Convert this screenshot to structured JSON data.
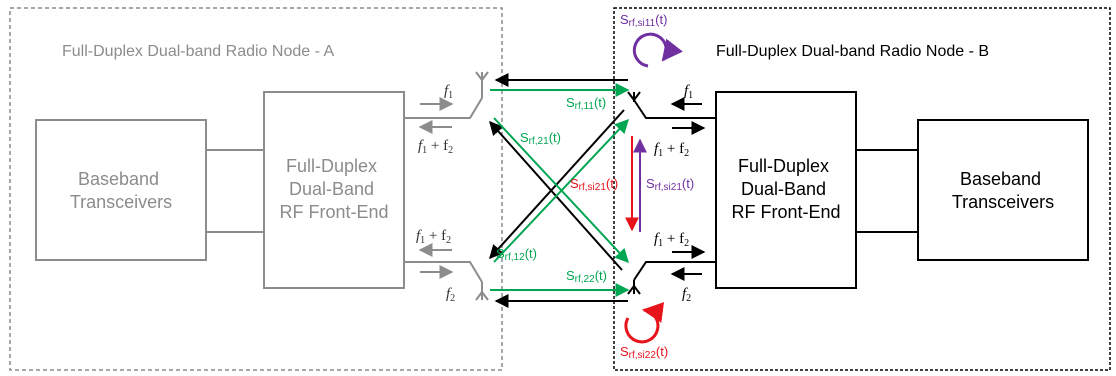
{
  "colors": {
    "gray": "#8c8c8c",
    "black": "#000000",
    "green": "#00a651",
    "red": "#e8141c",
    "purple": "#7030a0"
  },
  "nodeA": {
    "title": "Full-Duplex Dual-band Radio Node - A",
    "baseband": [
      "Baseband",
      "Transceivers"
    ],
    "frontend": [
      "Full-Duplex",
      "Dual-Band",
      "RF Front-End"
    ],
    "f1": "f",
    "f1_sub": "1",
    "f1f2_top": [
      "f",
      "1",
      " + f",
      "2"
    ],
    "f1f2_bot": [
      "f",
      "1",
      " + f",
      "2"
    ],
    "f2": "f",
    "f2_sub": "2"
  },
  "nodeB": {
    "title": "Full-Duplex Dual-band Radio Node - B",
    "baseband": [
      "Baseband",
      "Transceivers"
    ],
    "frontend": [
      "Full-Duplex",
      "Dual-Band",
      "RF Front-End"
    ],
    "f1": "f",
    "f1_sub": "1",
    "f1f2_top": [
      "f",
      "1",
      " + f",
      "2"
    ],
    "f1f2_bot": [
      "f",
      "1",
      " + f",
      "2"
    ],
    "f2": "f",
    "f2_sub": "2"
  },
  "signals": {
    "s11": {
      "base": "S",
      "sub": "rf,11",
      "tail": "(t)"
    },
    "s21": {
      "base": "S",
      "sub": "rf,21",
      "tail": "(t)"
    },
    "s12": {
      "base": "S",
      "sub": "rf,12",
      "tail": "(t)"
    },
    "s22": {
      "base": "S",
      "sub": "rf,22",
      "tail": "(t)"
    },
    "si11": {
      "base": "S",
      "sub": "rf,si11",
      "tail": "(t)"
    },
    "si21_red": {
      "base": "S",
      "sub": "rf,si21",
      "tail": "(t)"
    },
    "si21_purple": {
      "base": "S",
      "sub": "rf,si21",
      "tail": "(t)"
    },
    "si22": {
      "base": "S",
      "sub": "rf,si22",
      "tail": "(t)"
    }
  }
}
